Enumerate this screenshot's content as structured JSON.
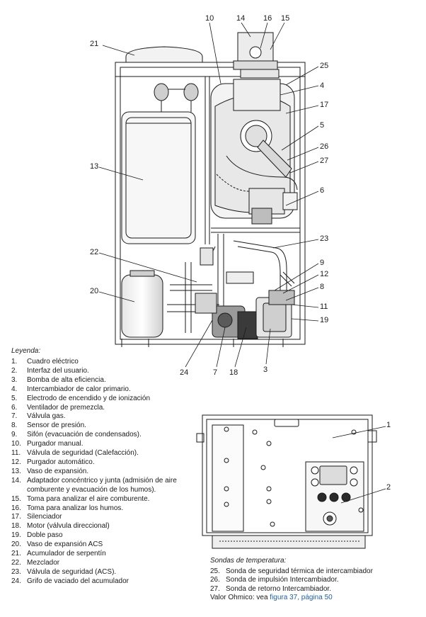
{
  "callouts_top": [
    {
      "id": "c10",
      "text": "10"
    },
    {
      "id": "c14",
      "text": "14"
    },
    {
      "id": "c16",
      "text": "16"
    },
    {
      "id": "c15",
      "text": "15"
    },
    {
      "id": "c21",
      "text": "21"
    },
    {
      "id": "c25",
      "text": "25"
    },
    {
      "id": "c4",
      "text": "4"
    },
    {
      "id": "c17",
      "text": "17"
    },
    {
      "id": "c5",
      "text": "5"
    },
    {
      "id": "c13",
      "text": "13"
    },
    {
      "id": "c26",
      "text": "26"
    },
    {
      "id": "c27",
      "text": "27"
    },
    {
      "id": "c6",
      "text": "6"
    },
    {
      "id": "c23",
      "text": "23"
    },
    {
      "id": "c22",
      "text": "22"
    },
    {
      "id": "c9",
      "text": "9"
    },
    {
      "id": "c12",
      "text": "12"
    },
    {
      "id": "c20",
      "text": "20"
    },
    {
      "id": "c8",
      "text": "8"
    },
    {
      "id": "c11",
      "text": "11"
    },
    {
      "id": "c19",
      "text": "19"
    },
    {
      "id": "c24",
      "text": "24"
    },
    {
      "id": "c7",
      "text": "7"
    },
    {
      "id": "c18",
      "text": "18"
    },
    {
      "id": "c3",
      "text": "3"
    }
  ],
  "callouts_bottom": [
    {
      "id": "b1",
      "text": "1"
    },
    {
      "id": "b2",
      "text": "2"
    }
  ],
  "legend": {
    "title": "Leyenda:",
    "items": [
      {
        "num": "1.",
        "text": "Cuadro eléctrico"
      },
      {
        "num": "2.",
        "text": "Interfaz del usuario."
      },
      {
        "num": "3.",
        "text": "Bomba de alta eficiencia."
      },
      {
        "num": "4.",
        "text": "Intercambiador de calor primario."
      },
      {
        "num": "5.",
        "text": "Electrodo de encendido y de ionización"
      },
      {
        "num": "6.",
        "text": "Ventilador de premezcla."
      },
      {
        "num": "7.",
        "text": "Válvula gas."
      },
      {
        "num": "8.",
        "text": "Sensor de presión."
      },
      {
        "num": "9.",
        "text": "Sifón (evacuación de condensados)."
      },
      {
        "num": "10.",
        "text": "Purgador manual."
      },
      {
        "num": "11.",
        "text": "Válvula de seguridad (Calefacción)."
      },
      {
        "num": "12.",
        "text": "Purgador automático."
      },
      {
        "num": "13.",
        "text": "Vaso de expansión."
      },
      {
        "num": "14.",
        "text": "Adaptador concéntrico y junta (admisión de aire comburente y evacuación de los humos)."
      },
      {
        "num": "15.",
        "text": "Toma para analizar el aire comburente."
      },
      {
        "num": "16.",
        "text": "Toma para analizar los humos."
      },
      {
        "num": "17.",
        "text": "Silenciador"
      },
      {
        "num": "18.",
        "text": "Motor (válvula direccional)"
      },
      {
        "num": "19.",
        "text": "Doble paso"
      },
      {
        "num": "20.",
        "text": "Vaso de expansión ACS"
      },
      {
        "num": "21.",
        "text": "Acumulador de serpentín"
      },
      {
        "num": "22.",
        "text": "Mezclador"
      },
      {
        "num": "23.",
        "text": "Válvula de seguridad (ACS)."
      },
      {
        "num": "24.",
        "text": "Grifo de vaciado del acumulador"
      }
    ]
  },
  "sondas": {
    "title": "Sondas de temperatura:",
    "items": [
      {
        "num": "25.",
        "text": "Sonda de seguridad térmica de intercambiador"
      },
      {
        "num": "26.",
        "text": "Sonda de impulsión Intercambiador."
      },
      {
        "num": "27.",
        "text": "Sonda de retorno Intercambiador."
      }
    ],
    "footer_prefix": "Valor Ohmico: vea ",
    "footer_ref": "figura 37, página 50"
  },
  "colors": {
    "line": "#1a1a1a",
    "fill_light": "#f4f4f4",
    "fill_mid": "#d9d9d9",
    "fill_dark": "#3a3a3a",
    "link": "#1f5fa8"
  }
}
